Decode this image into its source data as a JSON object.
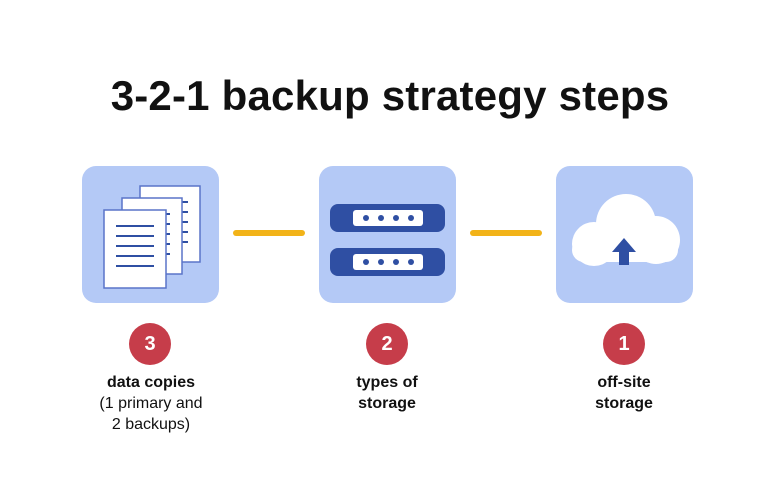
{
  "title": "3-2-1 backup strategy steps",
  "colors": {
    "tile_bg": "#b4c9f6",
    "connector": "#f2b318",
    "badge": "#c63d4a",
    "accent_blue": "#2f4fa3"
  },
  "steps": [
    {
      "number": "3",
      "label_bold": "data copies",
      "label_sub_1": "(1 primary and",
      "label_sub_2": "2 backups)",
      "icon": "documents-icon"
    },
    {
      "number": "2",
      "label_bold_1": "types of",
      "label_bold_2": "storage",
      "icon": "server-storage-icon"
    },
    {
      "number": "1",
      "label_bold_1": "off-site",
      "label_bold_2": "storage",
      "icon": "cloud-upload-icon"
    }
  ]
}
